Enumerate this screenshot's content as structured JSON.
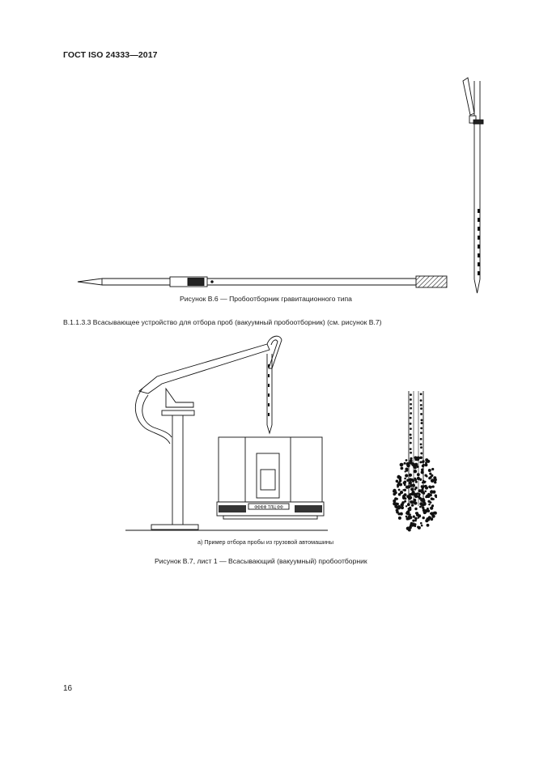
{
  "header": {
    "standard": "ГОСТ ISO 24333—2017"
  },
  "figure_b6": {
    "caption": "Рисунок В.6 — Пробоотборник гравитационного типа"
  },
  "clause": {
    "text": "В.1.1.3.3 Всасывающее устройство для отбора проб (вакуумный пробоотборник) (см. рисунок В.7)"
  },
  "figure_b7": {
    "subcaption": "а) Пример отбора пробы из грузовой автомашины",
    "caption": "Рисунок В.7, лист 1 — Всасывающий (вакуумный) пробоотборник",
    "plate_text": "ФФФФ ТЛЦ ФФ"
  },
  "footer": {
    "page_number": "16"
  }
}
